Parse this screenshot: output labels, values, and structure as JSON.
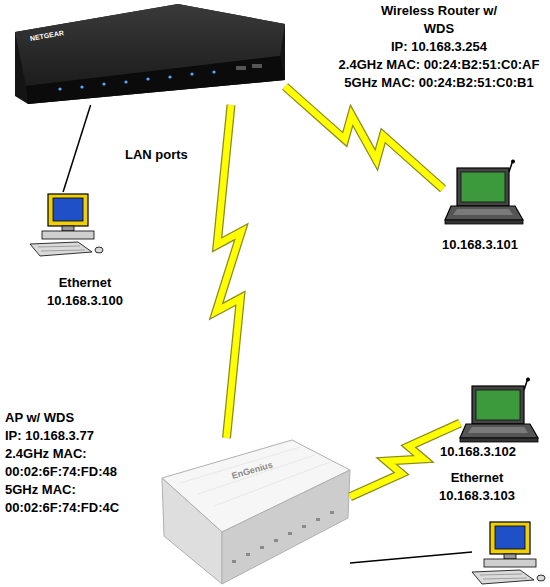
{
  "diagram": {
    "nodes": [
      {
        "text": [
          "Wireless Router w/ WDS",
          "IP: 10.168.3.254",
          "2.4GHz MAC: 00:24:B2:51:C0:AF",
          "5GHz MAC: 00:24:B2:51:C0:B1"
        ]
      },
      {
        "text": [
          "10.168.3.101"
        ]
      },
      {
        "text": [
          "Ethernet 10.168.3.100"
        ]
      },
      {
        "text": [
          "AP w/ WDS",
          "IP: 10.168.3.77",
          "2.4GHz MAC: 00:02:6F:74:FD:48",
          "5GHz MAC: 00:02:6F:74:FD:4C"
        ]
      },
      {
        "text": [
          "10.168.3.102"
        ]
      },
      {
        "text": [
          "Ethernet 10.168.3.103"
        ]
      }
    ],
    "edges": [
      {
        "from": 0,
        "to": 1,
        "arrow": "none"
      },
      {
        "from": 0,
        "to": 3,
        "arrow": "none"
      },
      {
        "from": 0,
        "to": 2,
        "arrow": "none"
      },
      {
        "from": 3,
        "to": 4,
        "arrow": "none"
      },
      {
        "from": 3,
        "to": 5,
        "arrow": "none"
      }
    ],
    "labels": [
      "NETGEAR",
      "LAN ports",
      "EnGenius"
    ]
  }
}
